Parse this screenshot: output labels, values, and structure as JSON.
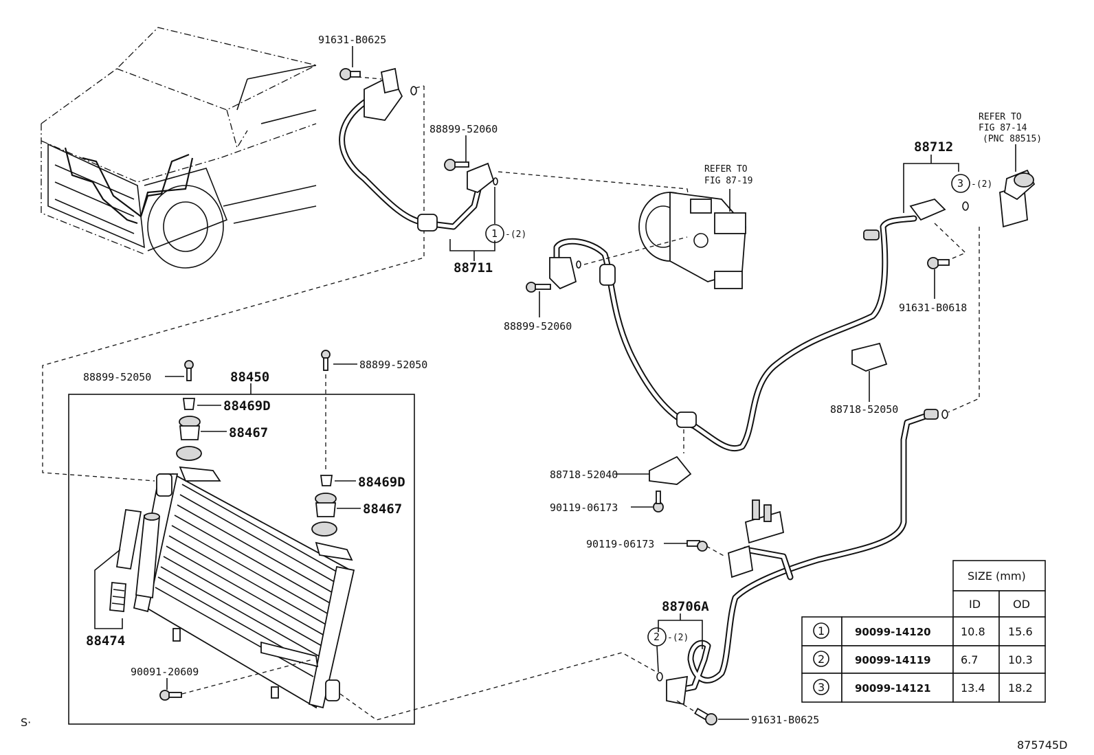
{
  "labels": {
    "bolt_91631_b0625_top": "91631-B0625",
    "bolt_88899_52060_top": "88899-52060",
    "hose_88711": "88711",
    "bolt_88899_52060_mid": "88899-52060",
    "refer_compressor_1": "REFER TO",
    "refer_compressor_2": "FIG 87-19",
    "pipe_88712": "88712",
    "refer_valve_1": "REFER TO",
    "refer_valve_2": "FIG 87-14",
    "refer_valve_3": "(PNC 88515)",
    "bolt_91631_b0618": "91631-B0618",
    "clamp_88718_52050": "88718-52050",
    "bolt_88899_52050_left": "88899-52050",
    "condenser_88450": "88450",
    "bolt_88899_52050_right": "88899-52050",
    "cushion_88469d_top": "88469D",
    "cushion_88467_top": "88467",
    "cushion_88469d_mid": "88469D",
    "cushion_88467_mid": "88467",
    "clamp_88718_52040": "88718-52040",
    "bolt_90119_06173_a": "90119-06173",
    "bolt_90119_06173_b": "90119-06173",
    "pipe_88706a": "88706A",
    "filter_88474": "88474",
    "bolt_90091_20609": "90091-20609",
    "bolt_91631_b0625_bottom": "91631-B0625",
    "ring_qty_1": "-(2)",
    "ring_qty_2": "-(2)",
    "ring_qty_3": "-(2)",
    "ring_num_1": "1",
    "ring_num_2": "2",
    "ring_num_3": "3",
    "corner_left": "S·",
    "figure_code": "875745D"
  },
  "size_table": {
    "header": "SIZE (mm)",
    "col_id": "ID",
    "col_od": "OD",
    "rows": [
      {
        "ref": "1",
        "part": "90099-14120",
        "id": "10.8",
        "od": "15.6"
      },
      {
        "ref": "2",
        "part": "90099-14119",
        "id": "6.7",
        "od": "10.3"
      },
      {
        "ref": "3",
        "part": "90099-14121",
        "id": "13.4",
        "od": "18.2"
      }
    ]
  }
}
